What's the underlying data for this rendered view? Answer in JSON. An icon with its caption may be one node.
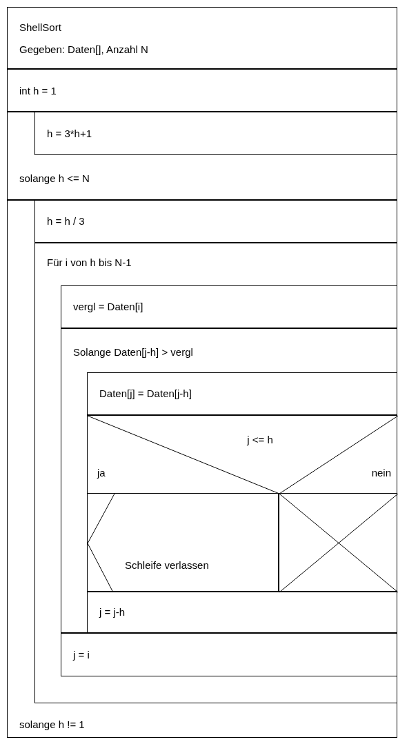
{
  "diagram": {
    "nodes": [
      {
        "text": [
          "ShellSort",
          "Gegeben: Daten[], Anzahl N"
        ]
      },
      {
        "text": [
          "int h = 1"
        ]
      },
      {
        "text": [
          "solange h <= N"
        ]
      },
      {
        "text": [
          "h = 3*h+1"
        ],
        "in": 2
      },
      {
        "text": [
          "solange h != 1"
        ]
      },
      {
        "text": [
          "h = h / 3"
        ],
        "in": 4
      },
      {
        "text": [
          "Für i von h bis N-1"
        ],
        "in": 4
      },
      {
        "text": [
          "vergl = Daten[i]"
        ],
        "in": 6
      },
      {
        "text": [
          "Solange Daten[j-h] > vergl"
        ],
        "in": 6
      },
      {
        "text": [
          "Daten[j] = Daten[j-h]"
        ],
        "in": 8
      },
      {
        "text": [
          "j <= h",
          "ja",
          "nein"
        ],
        "in": 8
      },
      {
        "text": [
          "Schleife verlassen"
        ],
        "in": 10
      },
      {
        "text": [],
        "shape": "box",
        "in": 10
      },
      {
        "text": [
          "j = j-h"
        ],
        "in": 8
      },
      {
        "text": [
          "j = i"
        ],
        "in": 6
      }
    ]
  }
}
